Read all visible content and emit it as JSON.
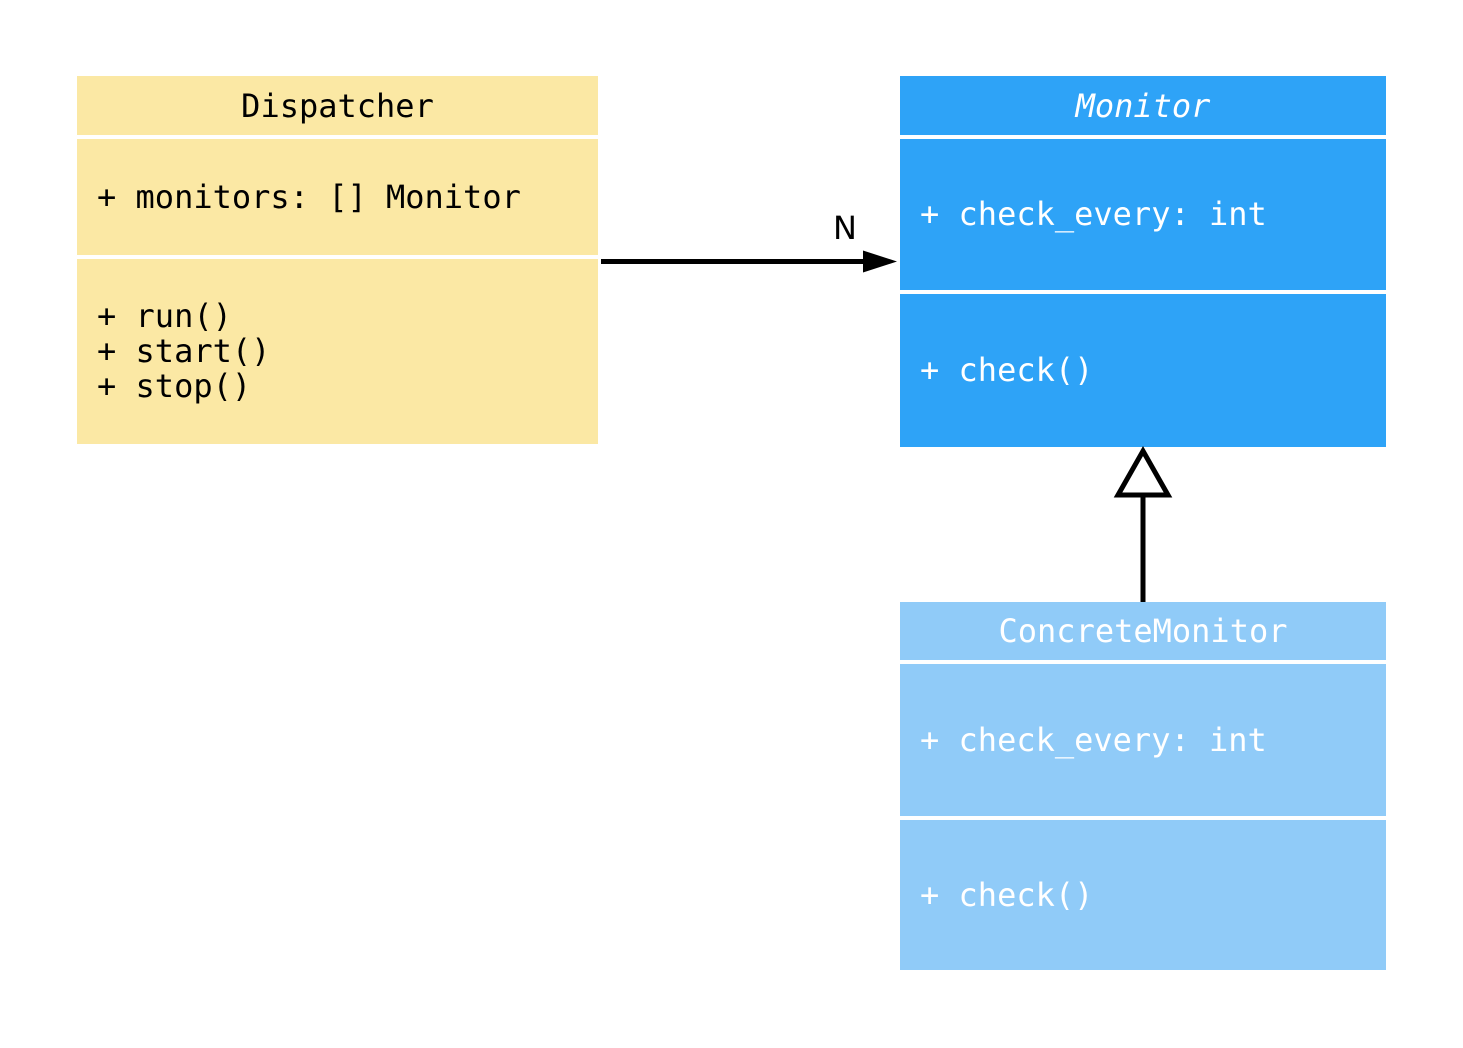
{
  "diagram": {
    "type": "uml-class-diagram",
    "background_color": "#FFFFFF",
    "line_color": "#000000",
    "classes": [
      {
        "id": "dispatcher",
        "name": "Dispatcher",
        "abstract": false,
        "attributes": [
          "+ monitors: [] Monitor"
        ],
        "methods": [
          "+ run()",
          "+ start()",
          "+ stop()"
        ],
        "fill": "#FBE8A4",
        "text_color": "#000000"
      },
      {
        "id": "monitor",
        "name": "Monitor",
        "abstract": true,
        "attributes": [
          "+ check_every: int"
        ],
        "methods": [
          "+ check()"
        ],
        "fill": "#2EA3F7",
        "text_color": "#FFFFFF"
      },
      {
        "id": "concrete-monitor",
        "name": "ConcreteMonitor",
        "abstract": false,
        "attributes": [
          "+ check_every: int"
        ],
        "methods": [
          "+ check()"
        ],
        "fill": "#90CBF8",
        "text_color": "#FFFFFF"
      }
    ],
    "relations": [
      {
        "type": "association",
        "from": "Dispatcher",
        "to": "Monitor",
        "label": "N"
      },
      {
        "type": "inheritance",
        "from": "ConcreteMonitor",
        "to": "Monitor",
        "label": ""
      }
    ]
  }
}
